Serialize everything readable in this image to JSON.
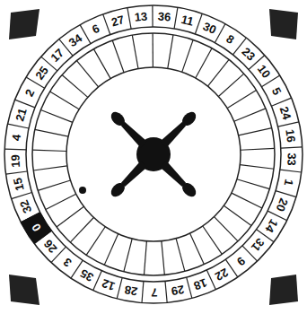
{
  "diagram": {
    "labels": [
      "0",
      "32",
      "15",
      "19",
      "4",
      "21",
      "2",
      "25",
      "17",
      "34",
      "6",
      "27",
      "13",
      "36",
      "11",
      "30",
      "8",
      "23",
      "10",
      "5",
      "24",
      "16",
      "33",
      "1",
      "20",
      "14",
      "31",
      "9",
      "22",
      "18",
      "29",
      "7",
      "28",
      "12",
      "35",
      "3",
      "26"
    ]
  }
}
